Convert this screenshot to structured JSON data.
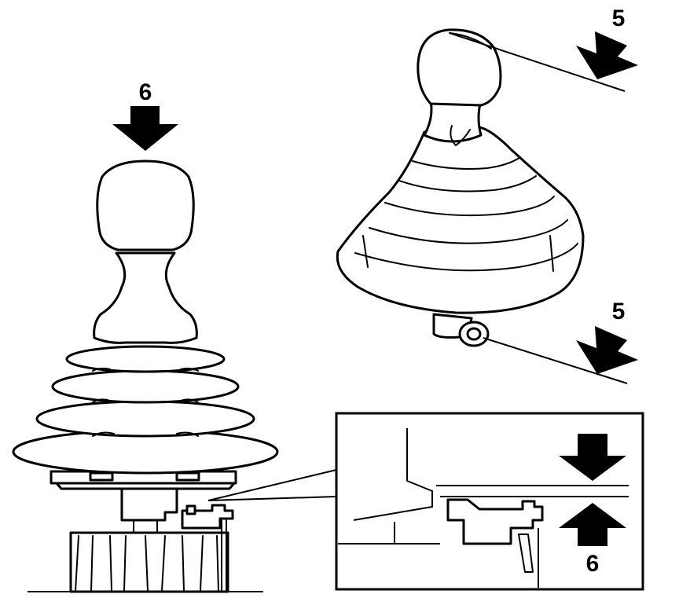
{
  "figure": {
    "callouts": {
      "left_top": "6",
      "right_top": "5",
      "right_bottom": "5",
      "inset_bottom": "6"
    },
    "colors": {
      "ink": "#000000",
      "paper": "#ffffff"
    }
  }
}
